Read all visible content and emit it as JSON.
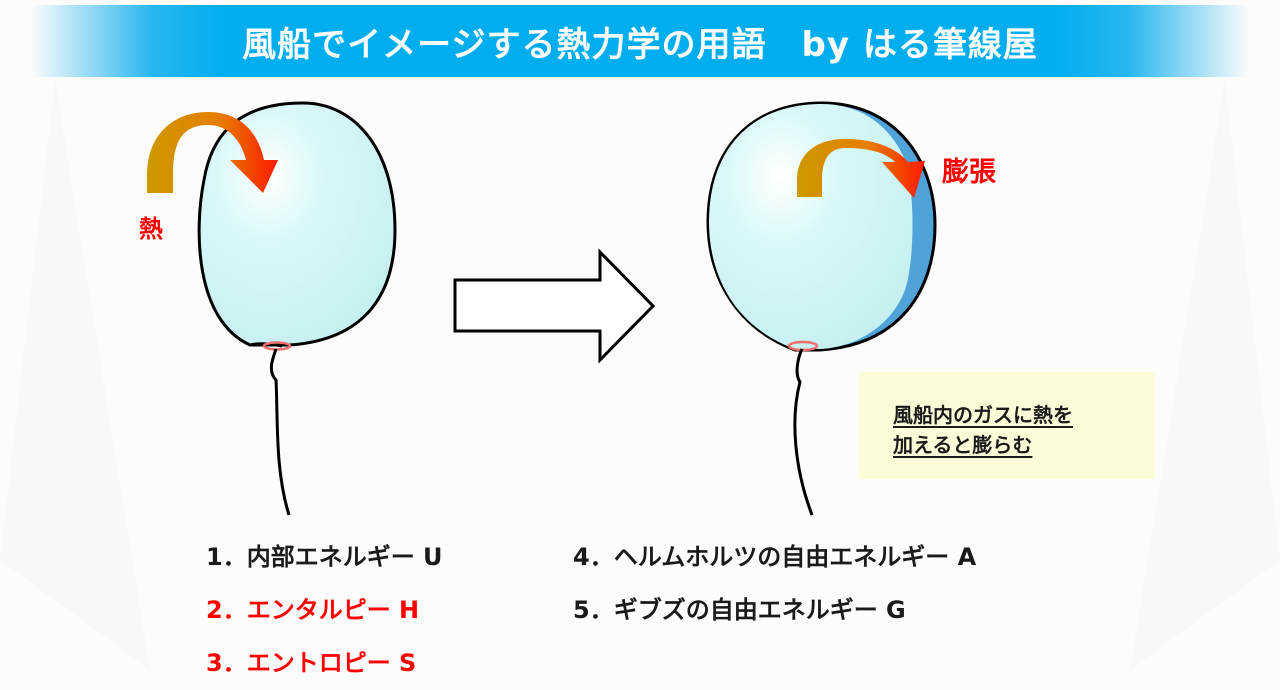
{
  "header": {
    "title": "風船でイメージする熱力学の用語　by はる筆線屋"
  },
  "diagram": {
    "left_balloon": {
      "heat_label": "熱",
      "arrow": "heat-in-arrow"
    },
    "transition_arrow": "right-block-arrow",
    "right_balloon": {
      "expansion_label": "膨張",
      "arrow": "expansion-arrow"
    },
    "note": {
      "line1": "風船内のガスに熱を",
      "line2": "加えると膨らむ"
    }
  },
  "terms": {
    "column1": [
      {
        "label": "1．内部エネルギー U",
        "highlight": false
      },
      {
        "label": "2．エンタルピー H",
        "highlight": true
      },
      {
        "label": "3．エントロピー S",
        "highlight": true
      }
    ],
    "column2": [
      {
        "label": "4．ヘルムホルツの自由エネルギー A",
        "highlight": false
      },
      {
        "label": "5．ギブズの自由エネルギー G",
        "highlight": false
      }
    ]
  },
  "colors": {
    "title_bar": "#00aeef",
    "balloon_fill": "#d4f7f7",
    "expansion_fill": "#4fa3d9",
    "highlight_text": "#ff0000",
    "note_bg": "#fdfcd9",
    "arrow_start": "#cc9900",
    "arrow_end": "#ff1a00"
  }
}
